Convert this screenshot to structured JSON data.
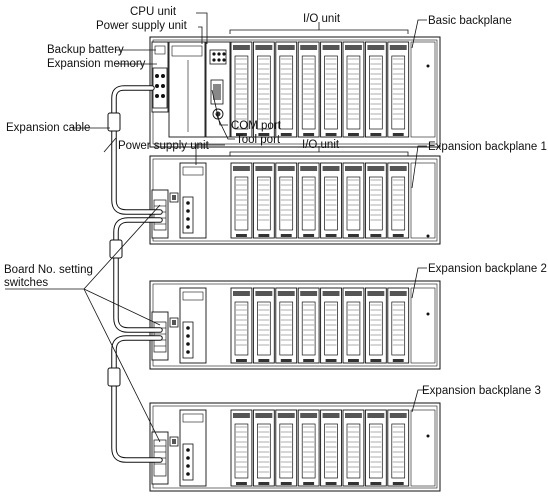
{
  "labels": {
    "cpu_unit": "CPU unit",
    "power_supply_unit_top": "Power supply unit",
    "backup_battery": "Backup battery",
    "expansion_memory": "Expansion memory",
    "io_unit_top": "I/O unit",
    "basic_backplane": "Basic backplane",
    "expansion_cable": "Expansion cable",
    "com_port": "COM port",
    "tool_port": "Tool port",
    "power_supply_unit_mid": "Power supply unit",
    "io_unit_mid": "I/O unit",
    "expansion_backplane_1": "Expansion backplane 1",
    "board_no_setting": "Board No. setting",
    "switches": "switches",
    "expansion_backplane_2": "Expansion backplane 2",
    "expansion_backplane_3": "Expansion backplane 3"
  },
  "backplanes": [
    {
      "name": "Basic backplane",
      "io_modules": 8
    },
    {
      "name": "Expansion backplane 1",
      "io_modules": 8
    },
    {
      "name": "Expansion backplane 2",
      "io_modules": 8
    },
    {
      "name": "Expansion backplane 3",
      "io_modules": 8
    }
  ]
}
